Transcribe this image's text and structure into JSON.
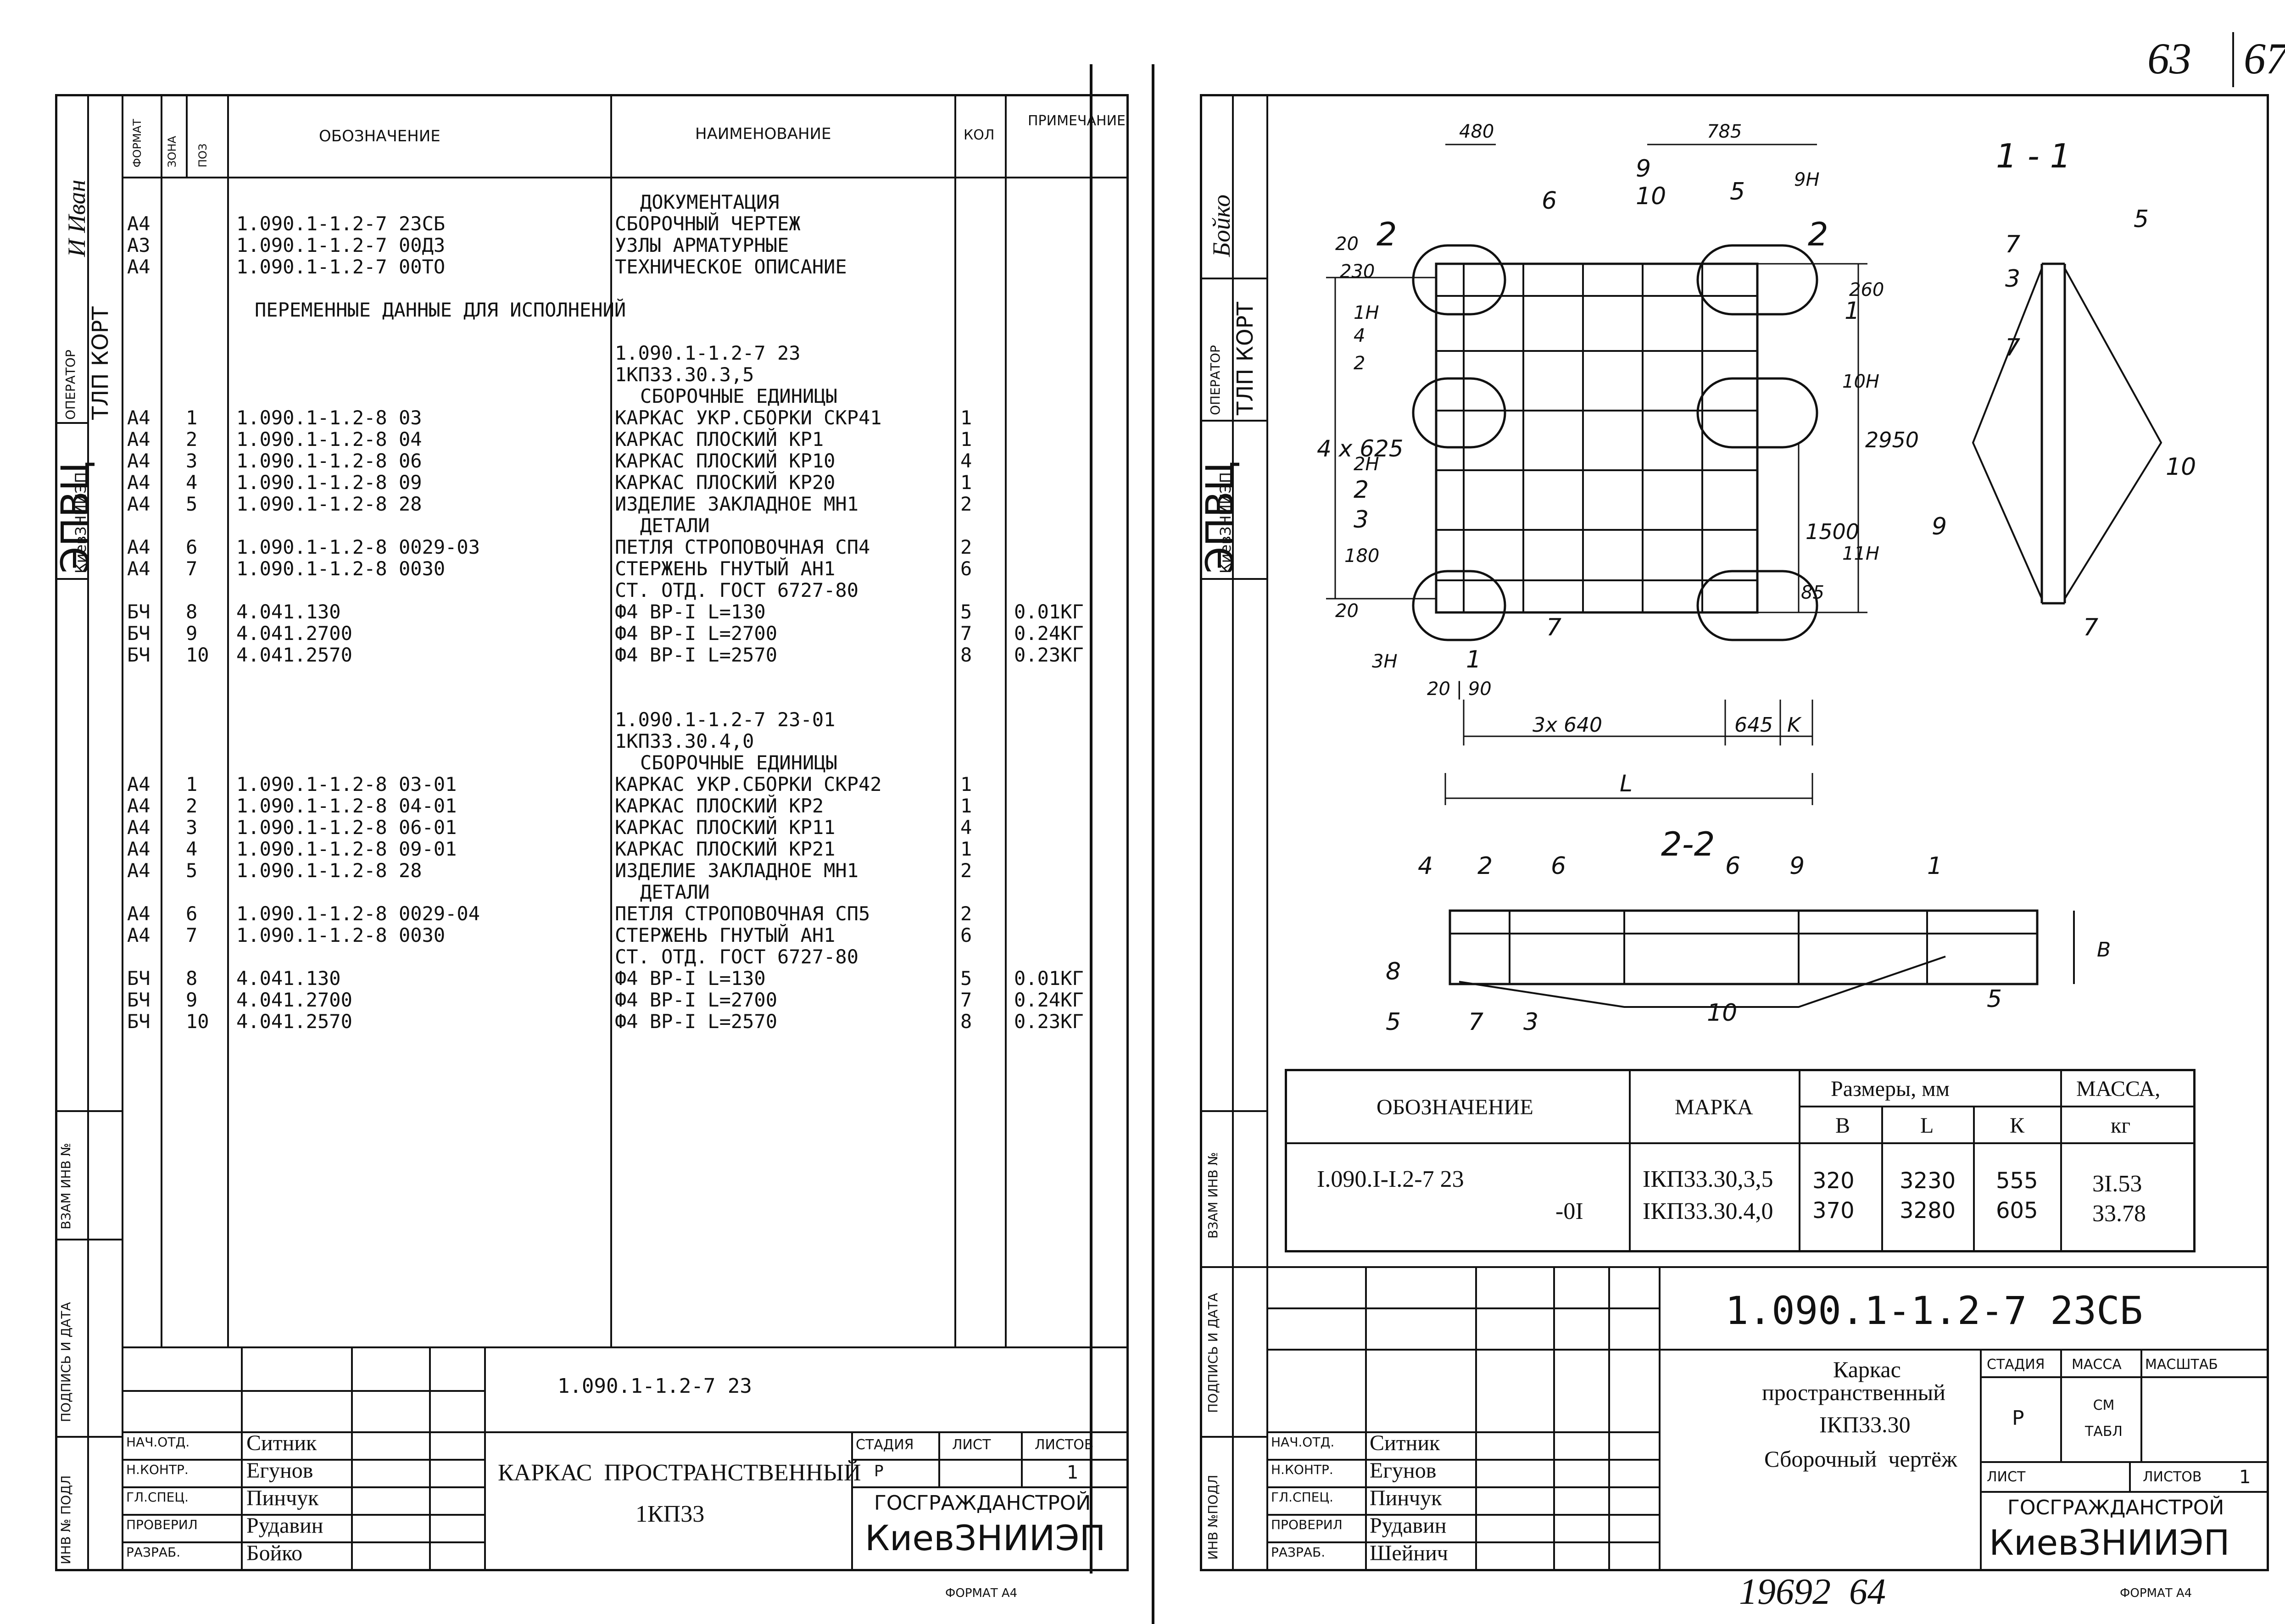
{
  "page_numbers": {
    "top_right_a": "63",
    "top_right_b": "67",
    "bottom": "19692  64"
  },
  "left_sheet": {
    "margin_stamps": {
      "epvc": "ЭПВЦ",
      "org_small": "КиевЗНИИЭП",
      "operator_label": "ОПЕРАТОР",
      "operator_value": "ТЛП КОРТ",
      "signature": "И Иван",
      "inv_podl": "ИНВ № ПОДЛ",
      "podpis_data": "ПОДПИСЬ И ДАТА",
      "vzam_inv": "ВЗАМ ИНВ №"
    },
    "header": {
      "format": "ФОРМАТ",
      "zona": "ЗОНА",
      "poz": "ПОЗ",
      "oboznachenie": "ОБОЗНАЧЕНИЕ",
      "naimenovanie": "НАИМЕНОВАНИЕ",
      "kol": "КОЛ",
      "primechanie": "ПРИМЕЧАНИЕ"
    },
    "rows": [
      {
        "f": "",
        "p": "",
        "code": "",
        "name": "ДОКУМЕНТАЦИЯ",
        "q": "",
        "note": "",
        "center": true
      },
      {
        "f": "A4",
        "p": "",
        "code": "1.090.1-1.2-7 23СБ",
        "name": "СБОРОЧНЫЙ ЧЕРТЕЖ",
        "q": "",
        "note": ""
      },
      {
        "f": "A3",
        "p": "",
        "code": "1.090.1-1.2-7 00ДЗ",
        "name": "УЗЛЫ АРМАТУРНЫЕ",
        "q": "",
        "note": ""
      },
      {
        "f": "A4",
        "p": "",
        "code": "1.090.1-1.2-7 00ТО",
        "name": "ТЕХНИЧЕСКОЕ ОПИСАНИЕ",
        "q": "",
        "note": ""
      },
      {
        "f": "",
        "p": "",
        "code": "",
        "name": "",
        "q": "",
        "note": ""
      },
      {
        "f": "",
        "p": "",
        "code": "ПЕРЕМЕННЫЕ ДАННЫЕ ДЛЯ ИСПОЛНЕНИЙ",
        "name": "",
        "q": "",
        "note": "",
        "wide": true
      },
      {
        "f": "",
        "p": "",
        "code": "",
        "name": "",
        "q": "",
        "note": ""
      },
      {
        "f": "",
        "p": "",
        "code": "",
        "name": "1.090.1-1.2-7 23",
        "q": "",
        "note": ""
      },
      {
        "f": "",
        "p": "",
        "code": "",
        "name": "1КП33.30.3,5",
        "q": "",
        "note": ""
      },
      {
        "f": "",
        "p": "",
        "code": "",
        "name": "СБОРОЧНЫЕ ЕДИНИЦЫ",
        "q": "",
        "note": "",
        "center": true
      },
      {
        "f": "A4",
        "p": "1",
        "code": "1.090.1-1.2-8 03",
        "name": "КАРКАС УКР.СБОРКИ СКР41",
        "q": "1",
        "note": ""
      },
      {
        "f": "A4",
        "p": "2",
        "code": "1.090.1-1.2-8 04",
        "name": "КАРКАС ПЛОСКИЙ КР1",
        "q": "1",
        "note": ""
      },
      {
        "f": "A4",
        "p": "3",
        "code": "1.090.1-1.2-8 06",
        "name": "КАРКАС ПЛОСКИЙ КР10",
        "q": "4",
        "note": ""
      },
      {
        "f": "A4",
        "p": "4",
        "code": "1.090.1-1.2-8 09",
        "name": "КАРКАС ПЛОСКИЙ КР20",
        "q": "1",
        "note": ""
      },
      {
        "f": "A4",
        "p": "5",
        "code": "1.090.1-1.2-8 28",
        "name": "ИЗДЕЛИЕ ЗАКЛАДНОЕ МН1",
        "q": "2",
        "note": ""
      },
      {
        "f": "",
        "p": "",
        "code": "",
        "name": "ДЕТАЛИ",
        "q": "",
        "note": "",
        "center": true
      },
      {
        "f": "A4",
        "p": "6",
        "code": "1.090.1-1.2-8 0029-03",
        "name": "ПЕТЛЯ СТРОПОВОЧНАЯ СП4",
        "q": "2",
        "note": ""
      },
      {
        "f": "A4",
        "p": "7",
        "code": "1.090.1-1.2-8 0030",
        "name": "СТЕРЖЕНЬ ГНУТЫЙ АН1",
        "q": "6",
        "note": ""
      },
      {
        "f": "",
        "p": "",
        "code": "",
        "name": "СТ. ОТД. ГОСТ 6727-80",
        "q": "",
        "note": ""
      },
      {
        "f": "БЧ",
        "p": "8",
        "code": "4.041.130",
        "name": "Ф4 ВР-I L=130",
        "q": "5",
        "note": "0.01КГ"
      },
      {
        "f": "БЧ",
        "p": "9",
        "code": "4.041.2700",
        "name": "Ф4 ВР-I L=2700",
        "q": "7",
        "note": "0.24КГ"
      },
      {
        "f": "БЧ",
        "p": "10",
        "code": "4.041.2570",
        "name": "Ф4 ВР-I L=2570",
        "q": "8",
        "note": "0.23КГ"
      },
      {
        "f": "",
        "p": "",
        "code": "",
        "name": "",
        "q": "",
        "note": ""
      },
      {
        "f": "",
        "p": "",
        "code": "",
        "name": "",
        "q": "",
        "note": ""
      },
      {
        "f": "",
        "p": "",
        "code": "",
        "name": "1.090.1-1.2-7 23-01",
        "q": "",
        "note": ""
      },
      {
        "f": "",
        "p": "",
        "code": "",
        "name": "1КП33.30.4,0",
        "q": "",
        "note": ""
      },
      {
        "f": "",
        "p": "",
        "code": "",
        "name": "СБОРОЧНЫЕ ЕДИНИЦЫ",
        "q": "",
        "note": "",
        "center": true
      },
      {
        "f": "A4",
        "p": "1",
        "code": "1.090.1-1.2-8 03-01",
        "name": "КАРКАС УКР.СБОРКИ СКР42",
        "q": "1",
        "note": ""
      },
      {
        "f": "A4",
        "p": "2",
        "code": "1.090.1-1.2-8 04-01",
        "name": "КАРКАС ПЛОСКИЙ КР2",
        "q": "1",
        "note": ""
      },
      {
        "f": "A4",
        "p": "3",
        "code": "1.090.1-1.2-8 06-01",
        "name": "КАРКАС ПЛОСКИЙ КР11",
        "q": "4",
        "note": ""
      },
      {
        "f": "A4",
        "p": "4",
        "code": "1.090.1-1.2-8 09-01",
        "name": "КАРКАС ПЛОСКИЙ КР21",
        "q": "1",
        "note": ""
      },
      {
        "f": "A4",
        "p": "5",
        "code": "1.090.1-1.2-8 28",
        "name": "ИЗДЕЛИЕ ЗАКЛАДНОЕ МН1",
        "q": "2",
        "note": ""
      },
      {
        "f": "",
        "p": "",
        "code": "",
        "name": "ДЕТАЛИ",
        "q": "",
        "note": "",
        "center": true
      },
      {
        "f": "A4",
        "p": "6",
        "code": "1.090.1-1.2-8 0029-04",
        "name": "ПЕТЛЯ СТРОПОВОЧНАЯ СП5",
        "q": "2",
        "note": ""
      },
      {
        "f": "A4",
        "p": "7",
        "code": "1.090.1-1.2-8 0030",
        "name": "СТЕРЖЕНЬ ГНУТЫЙ АН1",
        "q": "6",
        "note": ""
      },
      {
        "f": "",
        "p": "",
        "code": "",
        "name": "СТ. ОТД. ГОСТ 6727-80",
        "q": "",
        "note": ""
      },
      {
        "f": "БЧ",
        "p": "8",
        "code": "4.041.130",
        "name": "Ф4 ВР-I L=130",
        "q": "5",
        "note": "0.01КГ"
      },
      {
        "f": "БЧ",
        "p": "9",
        "code": "4.041.2700",
        "name": "Ф4 ВР-I L=2700",
        "q": "7",
        "note": "0.24КГ"
      },
      {
        "f": "БЧ",
        "p": "10",
        "code": "4.041.2570",
        "name": "Ф4 ВР-I L=2570",
        "q": "8",
        "note": "0.23КГ"
      }
    ],
    "title_block": {
      "doc_code": "1.090.1-1.2-7 23",
      "roles": [
        "НАЧ.ОТД.",
        "Н.КОНТР.",
        "ГЛ.СПЕЦ.",
        "ПРОВЕРИЛ",
        "РАЗРАБ."
      ],
      "names": [
        "Ситник",
        "Егунов",
        "Пинчук",
        "Рудавин",
        "Бойко"
      ],
      "title_line1": "КАРКАС  ПРОСТРАНСТВЕННЫЙ",
      "title_line2": "1КП33",
      "stadia_label": "СТАДИЯ",
      "list_label": "ЛИСТ",
      "listov_label": "ЛИСТОВ",
      "stadia": "Р",
      "list": "",
      "listov": "1",
      "org1": "ГОСГРАЖДАНСТРОЙ",
      "org2": "КиевЗНИИЭП"
    },
    "format": "ФОРМАТ А4"
  },
  "right_sheet": {
    "margin_stamps": {
      "epvc": "ЭПВЦ",
      "org_small": "КиевЗНИИЭП",
      "operator_label": "ОПЕРАТОР",
      "operator_value": "ТЛП КОРТ",
      "signature": "Бойко",
      "inv_podl": "ИНВ №ПОДЛ",
      "podpis_data": "ПОДПИСЬ И ДАТА",
      "vzam_inv": "ВЗАМ ИНВ №"
    },
    "drawing_labels": {
      "plan_dims": [
        "480",
        "785",
        "230",
        "20",
        "260",
        "4 x 625",
        "2950",
        "1500",
        "180",
        "20",
        "85",
        "20",
        "90",
        "3x 640",
        "645",
        "K",
        "L"
      ],
      "plan_callouts": [
        "6",
        "5",
        "9",
        "10",
        "9Н",
        "1Н",
        "4",
        "2",
        "1",
        "10Н",
        "2Н",
        "2",
        "3",
        "11Н",
        "7",
        "3Н"
      ],
      "section_1": "1 - 1",
      "section_1_callouts": [
        "5",
        "7",
        "3",
        "7",
        "10",
        "9",
        "7"
      ],
      "section_2": "2-2",
      "section_2_callouts": [
        "4",
        "2",
        "6",
        "6",
        "9",
        "1",
        "8",
        "5",
        "7",
        "3",
        "10",
        "5",
        "В"
      ],
      "section_marks": [
        "2",
        "2",
        "1"
      ]
    },
    "mass_table": {
      "headers": {
        "oboznachenie": "ОБОЗНАЧЕНИЕ",
        "marka": "МАРКА",
        "razmery": "Размеры, мм",
        "b": "В",
        "l": "L",
        "k": "К",
        "massa": "МАССА,",
        "kg": "кг"
      },
      "rows": [
        {
          "code": "I.090.I-I.2-7 23",
          "mark": "IКП33.30,3,5",
          "b": "320",
          "l": "3230",
          "k": "555",
          "m": "3I.53"
        },
        {
          "code": "-0I",
          "mark": "IКП33.30.4,0",
          "b": "370",
          "l": "3280",
          "k": "605",
          "m": "33.78"
        }
      ]
    },
    "title_block": {
      "doc_code": "1.090.1-1.2-7 23СБ",
      "title_line1": "Каркас",
      "title_line2": "пространственный",
      "title_line3": "IКП33.30",
      "title_line4": "Сборочный  чертёж",
      "roles": [
        "НАЧ.ОТД.",
        "Н.КОНТР.",
        "ГЛ.СПЕЦ.",
        "ПРОВЕРИЛ",
        "РАЗРАБ."
      ],
      "names": [
        "Ситник",
        "Егунов",
        "Пинчук",
        "Рудавин",
        "Шейнич"
      ],
      "stadia_label": "СТАДИЯ",
      "massa_label": "МАССА",
      "masshtab_label": "МАСШТАБ",
      "stadia": "Р",
      "massa": "СМ ТАБЛ",
      "list_label": "ЛИСТ",
      "listov_label": "ЛИСТОВ",
      "listov": "1",
      "org1": "ГОСГРАЖДАНСТРОЙ",
      "org2": "КиевЗНИИЭП"
    },
    "format": "ФОРМАТ А4"
  }
}
